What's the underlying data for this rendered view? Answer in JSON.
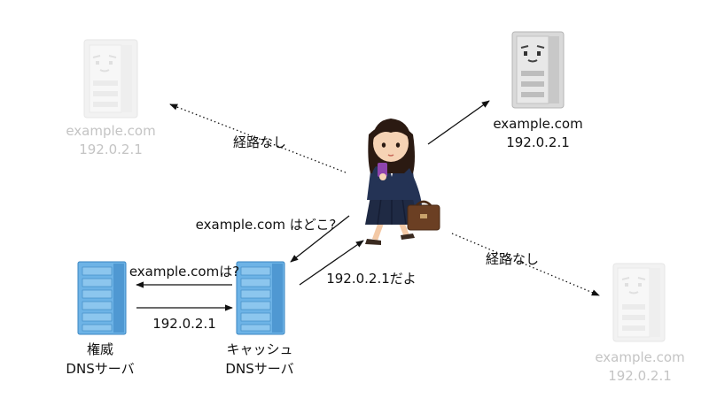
{
  "colors": {
    "text": "#111111",
    "faded_text": "#c4c4c4",
    "server_faded": "#ececec",
    "server_gray": "#bdbdbd",
    "server_blue": "#5aa5de",
    "arrow": "#111111"
  },
  "servers": {
    "top_left": {
      "icon": "server-faded-icon",
      "name": "example.com",
      "ip": "192.0.2.1"
    },
    "top_right": {
      "icon": "server-gray-icon",
      "name": "example.com",
      "ip": "192.0.2.1"
    },
    "bottom_right": {
      "icon": "server-faded-icon",
      "name": "example.com",
      "ip": "192.0.2.1"
    },
    "authoritative": {
      "icon": "server-blue-icon",
      "line1": "権威",
      "line2": "DNSサーバ"
    },
    "cache": {
      "icon": "server-blue-icon",
      "line1": "キャッシュ",
      "line2": "DNSサーバ"
    }
  },
  "person": {
    "icon": "schoolgirl-with-phone-icon"
  },
  "arrows": {
    "no_route_left": "経路なし",
    "no_route_right": "経路なし",
    "query_to_cache": "example.com はどこ?",
    "response_to_user": "192.0.2.1だよ",
    "query_to_auth": "example.comは?",
    "response_to_cache": "192.0.2.1"
  }
}
